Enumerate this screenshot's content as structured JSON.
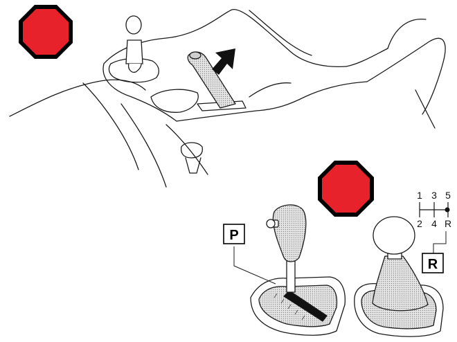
{
  "colors": {
    "stop_red": "#e8222a",
    "line": "#1a1a1a",
    "shade": "#cfcfcf",
    "background": "#ffffff"
  },
  "icons": {
    "top_left": "stop-octagon-icon",
    "bottom": "stop-octagon-icon",
    "arrow": "direction-arrow-icon"
  },
  "labels": {
    "automatic": "P",
    "manual": "R"
  },
  "gear_pattern": {
    "top_row": [
      "1",
      "3",
      "5"
    ],
    "bottom_row": [
      "2",
      "4",
      "R"
    ]
  }
}
